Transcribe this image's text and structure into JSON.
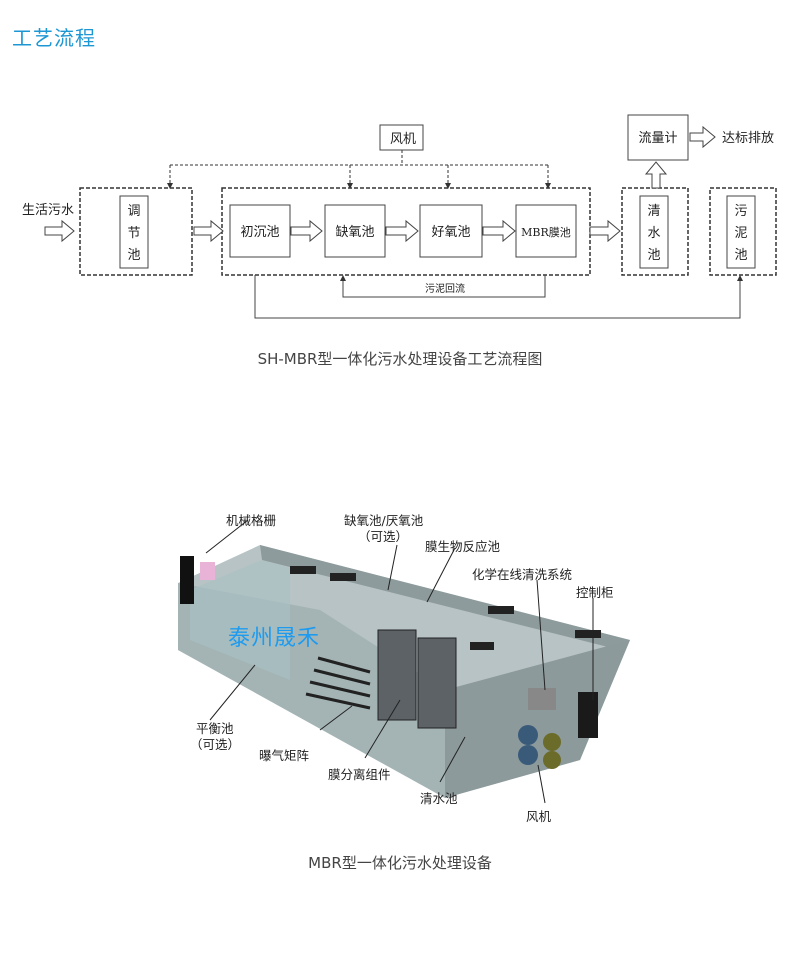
{
  "header": {
    "title": "工艺流程"
  },
  "flow": {
    "input": "生活污水",
    "blower": "风机",
    "equalization": [
      "调",
      "节",
      "池"
    ],
    "stages": [
      "初沉池",
      "缺氧池",
      "好氧池",
      "MBR膜池"
    ],
    "clear_tank": [
      "清",
      "水",
      "池"
    ],
    "sludge_tank": [
      "污",
      "泥",
      "池"
    ],
    "flowmeter": "流量计",
    "output": "达标排放",
    "sludge_return": "污泥回流",
    "caption": "SH-MBR型一体化污水处理设备工艺流程图"
  },
  "equipment": {
    "labels": {
      "screen": "机械格栅",
      "anoxic": "缺氧池/厌氧池",
      "anoxic_opt": "（可选）",
      "mbr": "膜生物反应池",
      "cip": "化学在线清洗系统",
      "control": "控制柜",
      "balance": "平衡池",
      "balance_opt": "（可选）",
      "aeration": "曝气矩阵",
      "membrane": "膜分离组件",
      "clear": "清水池",
      "blower": "风机"
    },
    "watermark": "泰州晟禾",
    "caption": "MBR型一体化污水处理设备"
  }
}
